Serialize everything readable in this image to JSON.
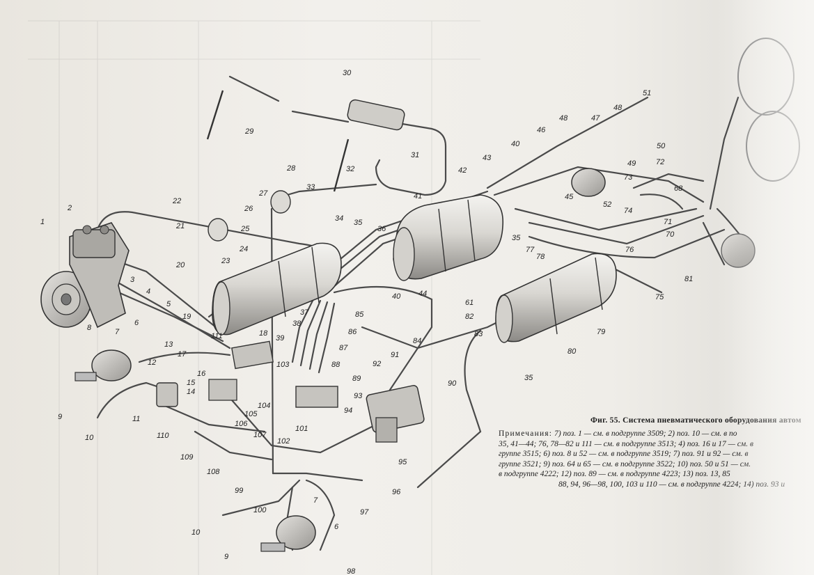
{
  "caption": {
    "title": "Фиг. 55. Система пневматического оборудования автом",
    "notes_heading": "Примечания:",
    "note_lines": [
      "7) поз. 1 — см. в подгруппе 3509; 2) поз. 10 — см. в по",
      "35, 41—44; 76, 78—82 и 111 — см. в подгруппе 3513; 4) поз. 16 и 17 — см. в",
      "группе 3515; 6) поз. 8 и 52 — см. в подгруппе 3519; 7) поз. 91 и 92 — см. в",
      "группе 3521; 9) поз. 64 и 65 — см. в подгруппе 3522; 10) поз. 50 и 51 — см.",
      "в подгруппе 4222; 12) поз. 89 — см. в подгруппе 4223; 13) поз. 13, 85",
      "88, 94, 96—98, 100, 103 и 110 — см. в подгруппе 4224; 14) поз. 93 и"
    ]
  },
  "callouts": [
    {
      "id": "c1",
      "text": "1"
    },
    {
      "id": "c2",
      "text": "2"
    },
    {
      "id": "c3",
      "text": "3"
    },
    {
      "id": "c4",
      "text": "4"
    },
    {
      "id": "c5",
      "text": "5"
    },
    {
      "id": "c6",
      "text": "6"
    },
    {
      "id": "c6b",
      "text": "6"
    },
    {
      "id": "c7",
      "text": "7"
    },
    {
      "id": "c7b",
      "text": "7"
    },
    {
      "id": "c8",
      "text": "8"
    },
    {
      "id": "c9",
      "text": "9"
    },
    {
      "id": "c9b",
      "text": "9"
    },
    {
      "id": "c10",
      "text": "10"
    },
    {
      "id": "c10b",
      "text": "10"
    },
    {
      "id": "c11",
      "text": "11"
    },
    {
      "id": "c12",
      "text": "12"
    },
    {
      "id": "c13",
      "text": "13"
    },
    {
      "id": "c14",
      "text": "14"
    },
    {
      "id": "c15",
      "text": "15"
    },
    {
      "id": "c16",
      "text": "16"
    },
    {
      "id": "c17",
      "text": "17"
    },
    {
      "id": "c18",
      "text": "18"
    },
    {
      "id": "c19",
      "text": "19"
    },
    {
      "id": "c20",
      "text": "20"
    },
    {
      "id": "c21",
      "text": "21"
    },
    {
      "id": "c22",
      "text": "22"
    },
    {
      "id": "c23",
      "text": "23"
    },
    {
      "id": "c24",
      "text": "24"
    },
    {
      "id": "c25",
      "text": "25"
    },
    {
      "id": "c26",
      "text": "26"
    },
    {
      "id": "c27",
      "text": "27"
    },
    {
      "id": "c28",
      "text": "28"
    },
    {
      "id": "c29",
      "text": "29"
    },
    {
      "id": "c30",
      "text": "30"
    },
    {
      "id": "c31",
      "text": "31"
    },
    {
      "id": "c32",
      "text": "32"
    },
    {
      "id": "c33",
      "text": "33"
    },
    {
      "id": "c34",
      "text": "34"
    },
    {
      "id": "c35",
      "text": "35"
    },
    {
      "id": "c35b",
      "text": "35"
    },
    {
      "id": "c35c",
      "text": "35"
    },
    {
      "id": "c36",
      "text": "36"
    },
    {
      "id": "c37",
      "text": "37"
    },
    {
      "id": "c38",
      "text": "38"
    },
    {
      "id": "c39",
      "text": "39"
    },
    {
      "id": "c40",
      "text": "40"
    },
    {
      "id": "c40b",
      "text": "40"
    },
    {
      "id": "c41",
      "text": "41"
    },
    {
      "id": "c42",
      "text": "42"
    },
    {
      "id": "c43",
      "text": "43"
    },
    {
      "id": "c44",
      "text": "44"
    },
    {
      "id": "c45",
      "text": "45"
    },
    {
      "id": "c46",
      "text": "46"
    },
    {
      "id": "c47",
      "text": "47"
    },
    {
      "id": "c48",
      "text": "48"
    },
    {
      "id": "c48b",
      "text": "48"
    },
    {
      "id": "c49",
      "text": "49"
    },
    {
      "id": "c50",
      "text": "50"
    },
    {
      "id": "c51",
      "text": "51"
    },
    {
      "id": "c52",
      "text": "52"
    },
    {
      "id": "c61",
      "text": "61"
    },
    {
      "id": "c68",
      "text": "68"
    },
    {
      "id": "c70",
      "text": "70"
    },
    {
      "id": "c71",
      "text": "71"
    },
    {
      "id": "c72",
      "text": "72"
    },
    {
      "id": "c73",
      "text": "73"
    },
    {
      "id": "c74",
      "text": "74"
    },
    {
      "id": "c75",
      "text": "75"
    },
    {
      "id": "c76",
      "text": "76"
    },
    {
      "id": "c77",
      "text": "77"
    },
    {
      "id": "c78",
      "text": "78"
    },
    {
      "id": "c79",
      "text": "79"
    },
    {
      "id": "c80",
      "text": "80"
    },
    {
      "id": "c81",
      "text": "81"
    },
    {
      "id": "c82",
      "text": "82"
    },
    {
      "id": "c83",
      "text": "83"
    },
    {
      "id": "c84",
      "text": "84"
    },
    {
      "id": "c85",
      "text": "85"
    },
    {
      "id": "c86",
      "text": "86"
    },
    {
      "id": "c87",
      "text": "87"
    },
    {
      "id": "c88",
      "text": "88"
    },
    {
      "id": "c89",
      "text": "89"
    },
    {
      "id": "c90",
      "text": "90"
    },
    {
      "id": "c91",
      "text": "91"
    },
    {
      "id": "c92",
      "text": "92"
    },
    {
      "id": "c93",
      "text": "93"
    },
    {
      "id": "c94",
      "text": "94"
    },
    {
      "id": "c95",
      "text": "95"
    },
    {
      "id": "c96",
      "text": "96"
    },
    {
      "id": "c97",
      "text": "97"
    },
    {
      "id": "c98",
      "text": "98"
    },
    {
      "id": "c99",
      "text": "99"
    },
    {
      "id": "c100",
      "text": "100"
    },
    {
      "id": "c101",
      "text": "101"
    },
    {
      "id": "c102",
      "text": "102"
    },
    {
      "id": "c103",
      "text": "103"
    },
    {
      "id": "c104",
      "text": "104"
    },
    {
      "id": "c105",
      "text": "105"
    },
    {
      "id": "c106",
      "text": "106"
    },
    {
      "id": "c107",
      "text": "107"
    },
    {
      "id": "c108",
      "text": "108"
    },
    {
      "id": "c109",
      "text": "109"
    },
    {
      "id": "c110",
      "text": "110"
    },
    {
      "id": "c111",
      "text": "111"
    }
  ]
}
